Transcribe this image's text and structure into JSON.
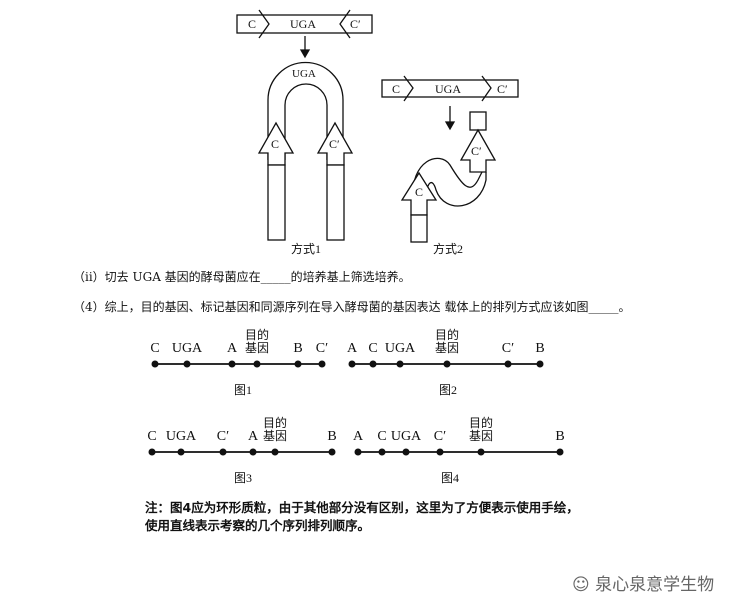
{
  "diagram_top": {
    "mode1": {
      "box_labels": [
        "C",
        "UGA",
        "C′"
      ],
      "loop_label": "UGA",
      "arrow_labels": [
        "C",
        "C′"
      ],
      "caption": "方式1"
    },
    "mode2": {
      "box_labels": [
        "C",
        "UGA",
        "C′"
      ],
      "arrow_labels": [
        "C",
        "C′"
      ],
      "caption": "方式2"
    }
  },
  "questions": {
    "q_ii": "（ii）切去 UGA 基因的酵母菌应在_____的培养基上筛选培养。",
    "q_4": "（4）综上，目的基因、标记基因和同源序列在导入酵母菌的基因表达 载体上的排列方式应该如图_____。"
  },
  "figures": [
    {
      "caption": "图1",
      "labels": [
        "C",
        "UGA",
        "A",
        "目的\n基因",
        "B",
        "C′"
      ]
    },
    {
      "caption": "图2",
      "labels": [
        "A",
        "C",
        "UGA",
        "目的\n基因",
        "C′",
        "B"
      ]
    },
    {
      "caption": "图3",
      "labels": [
        "C",
        "UGA",
        "C′",
        "A",
        "目的\n基因",
        "B"
      ]
    },
    {
      "caption": "图4",
      "labels": [
        "A",
        "C",
        "UGA",
        "C′",
        "目的\n基因",
        "B"
      ]
    }
  ],
  "note": {
    "line1": "注：图4应为环形质粒，由于其他部分没有区别，这里为了方便表示使用手绘，",
    "line2": "使用直线表示考察的几个序列排列顺序。"
  },
  "watermark": "泉心泉意学生物"
}
